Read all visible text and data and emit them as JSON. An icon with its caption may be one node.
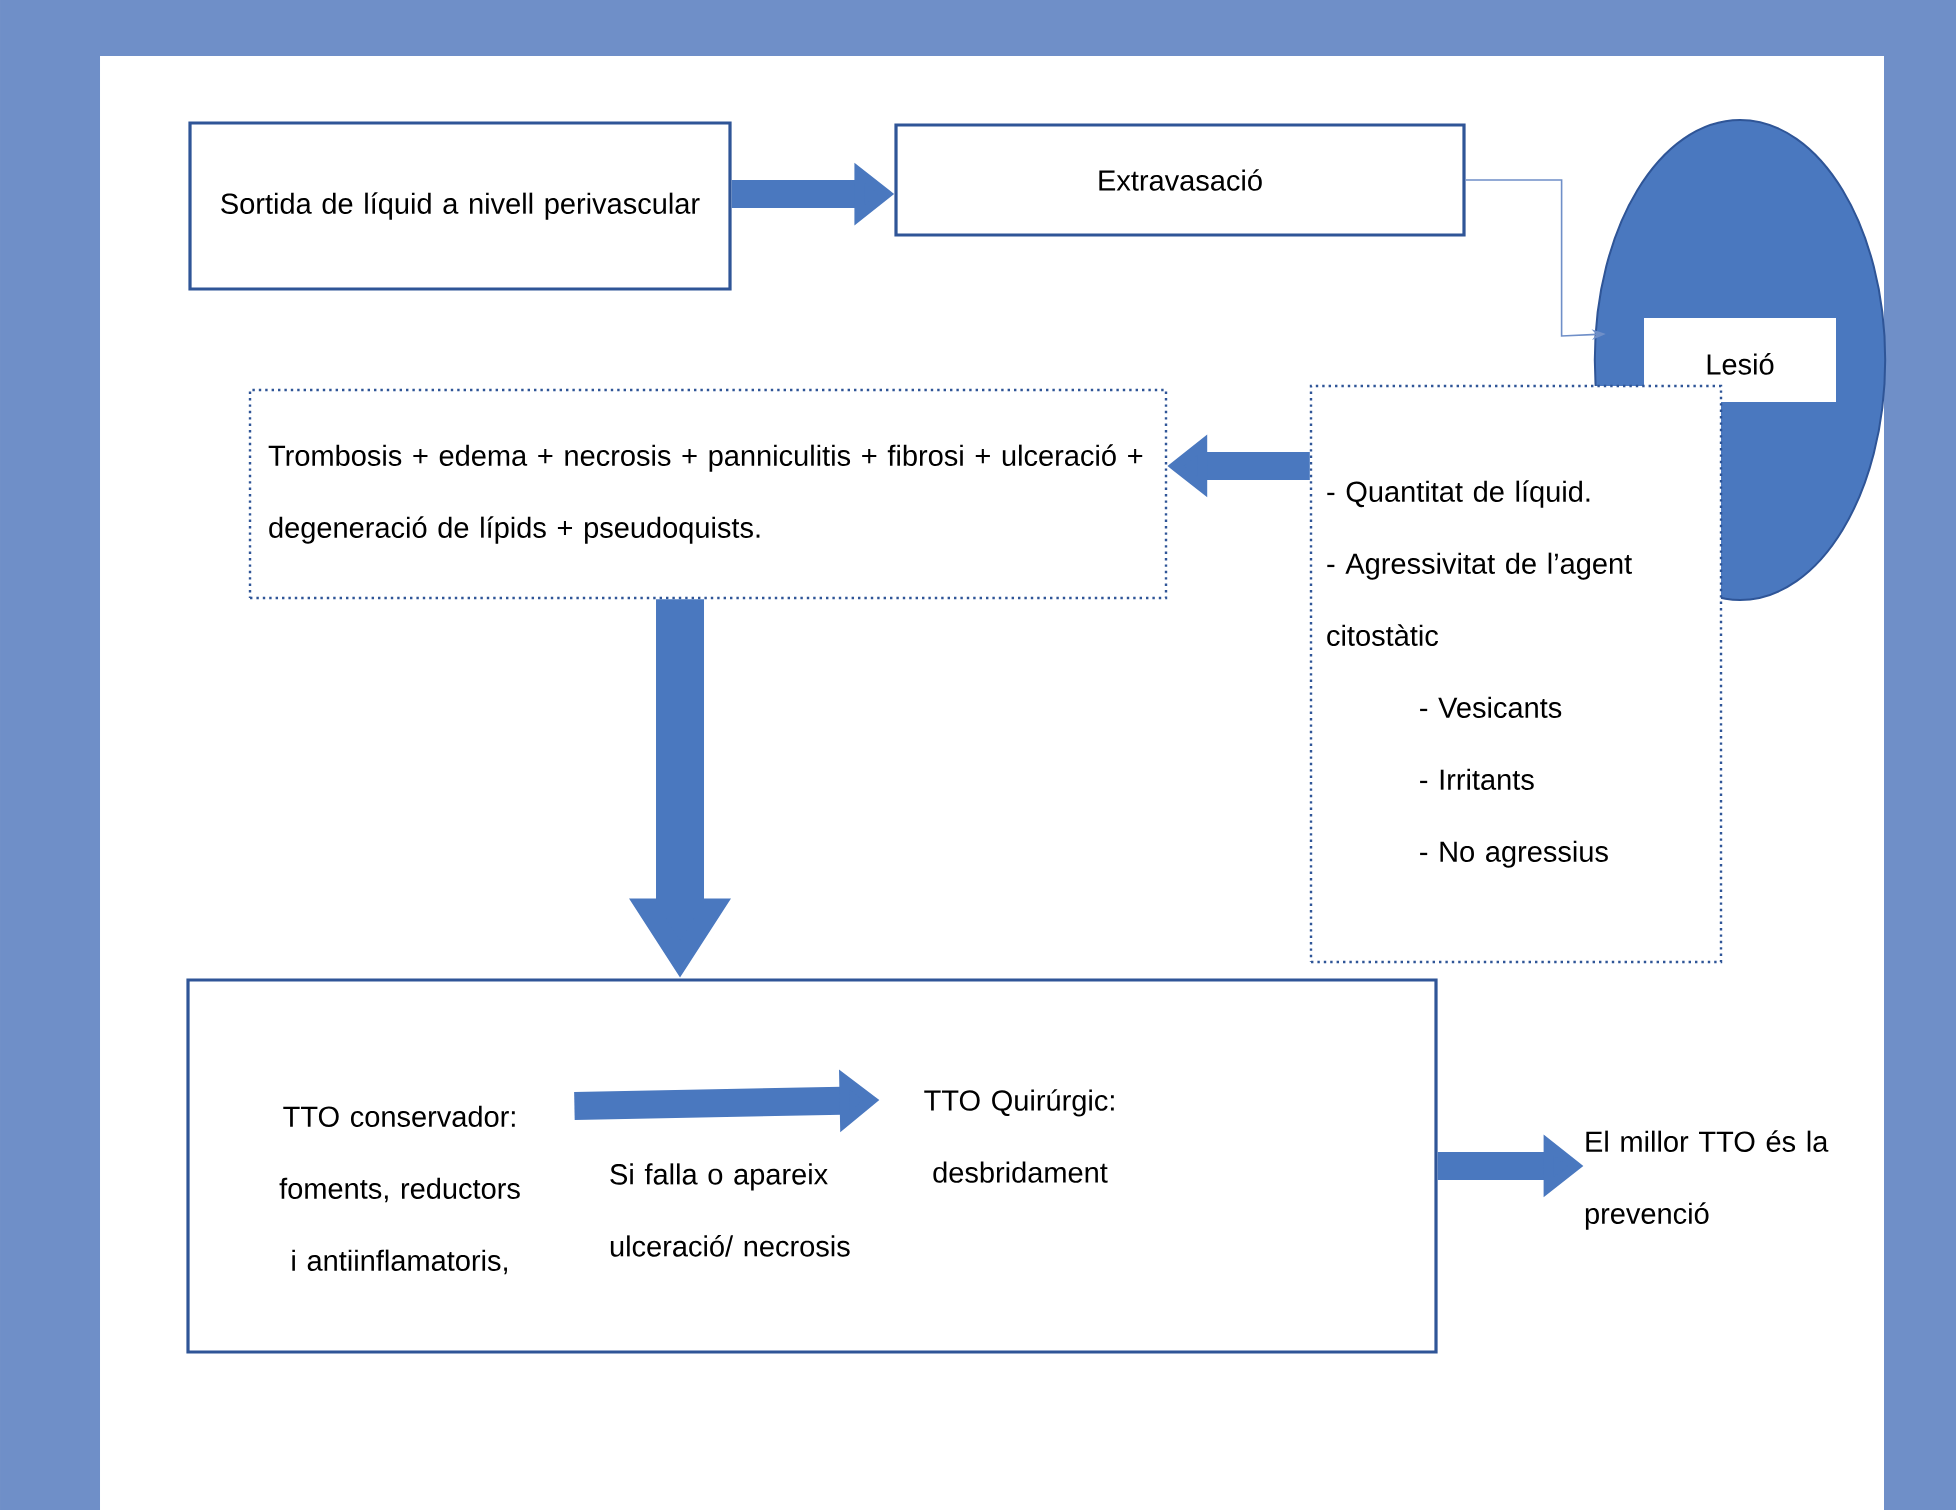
{
  "diagram": {
    "nodes": [
      {
        "text": [
          "Sortida de líquid a nivell perivascular"
        ]
      },
      {
        "text": [
          "Extravasació"
        ]
      },
      {
        "text": [
          "Lesió"
        ]
      },
      {
        "text": [
          "Trombosis + edema + necrosis + panniculitis + fibrosi + ulceració + degeneració de lípids + pseudoquists."
        ]
      },
      {
        "text": [
          "- Quantitat de líquid.",
          "- Agressivitat de l’agent citostàtic",
          "- Vesicants",
          "- Irritants",
          "- No agressius"
        ]
      },
      {
        "text": [],
        "shape": "box"
      },
      {
        "text": [
          "TTO conservador: foments, reductors i antiinflamatoris,"
        ],
        "in": 5
      },
      {
        "text": [
          "TTO Quirúrgic: desbridament"
        ],
        "in": 5
      },
      {
        "text": [
          "El millor TTO és la prevenció"
        ]
      }
    ],
    "edges": [
      {
        "from": 0,
        "to": 1,
        "arrow": "to"
      },
      {
        "from": 1,
        "to": 2,
        "arrow": "to",
        "color": "#6f8fc8"
      },
      {
        "from": 4,
        "to": 3,
        "arrow": "to"
      },
      {
        "from": 3,
        "to": 5,
        "arrow": "to"
      },
      {
        "from": 6,
        "to": 7,
        "arrow": "to",
        "label": "Si falla o apareix ulceració/ necrosis"
      },
      {
        "from": 5,
        "to": 8,
        "arrow": "to"
      }
    ]
  }
}
